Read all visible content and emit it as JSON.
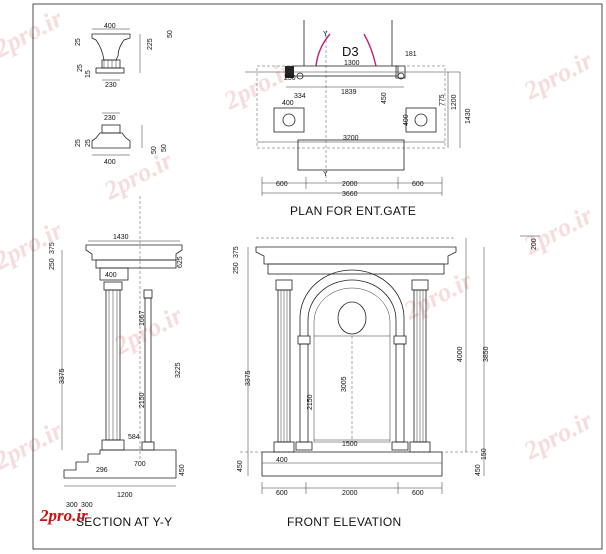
{
  "titles": {
    "plan": "PLAN FOR ENT.GATE",
    "section": "SECTION AT Y-Y",
    "front": "FRONT ELEVATION"
  },
  "brand": {
    "logo_text": "2pro.ir",
    "watermark_text": "2pro.ir",
    "logo_color": "#d01010"
  },
  "plan": {
    "door_label": "D3",
    "section_mark": "Y",
    "dims": {
      "top_width": "1300",
      "top_right": "181",
      "left_small": "250",
      "mid_width": "1839",
      "left_gap": "334",
      "pier_left": "400",
      "pier_right": "400",
      "gap_450": "450",
      "gap_775": "775",
      "gap_1200": "1200",
      "gap_1430": "1430",
      "inner_3200": "3200",
      "overall": "3660",
      "left_600": "600",
      "center_2000": "2000",
      "right_600": "600"
    }
  },
  "details": {
    "capital": {
      "top": "400",
      "h1": "25",
      "h2": "225",
      "h3": "50",
      "small_left": "25",
      "small": "15",
      "bottom": "230"
    },
    "base": {
      "top": "230",
      "h1": "25",
      "h2": "25",
      "h3": "50",
      "h4": "50",
      "bottom": "400"
    }
  },
  "section": {
    "dims": {
      "top_width": "1430",
      "h_250": "250",
      "h_375": "375",
      "h_625": "625",
      "cap_400": "400",
      "h_3375": "3375",
      "h_3225": "3225",
      "h_2150": "2150",
      "h_1667": "1667",
      "h_584": "584",
      "h_700": "700",
      "h_450": "450",
      "step_296": "296",
      "base_300a": "300",
      "base_300b": "300",
      "base_1200": "1200"
    }
  },
  "front": {
    "dims": {
      "h_250": "250",
      "h_375": "375",
      "h_3375": "3375",
      "h_2150": "2150",
      "h_3005": "3005",
      "h_4000": "4000",
      "h_3850": "3850",
      "h_200": "200",
      "h_150": "150",
      "h_450": "450",
      "w_400": "400",
      "w_1500": "1500",
      "left_600": "600",
      "center_2000": "2000",
      "right_600": "600"
    }
  }
}
